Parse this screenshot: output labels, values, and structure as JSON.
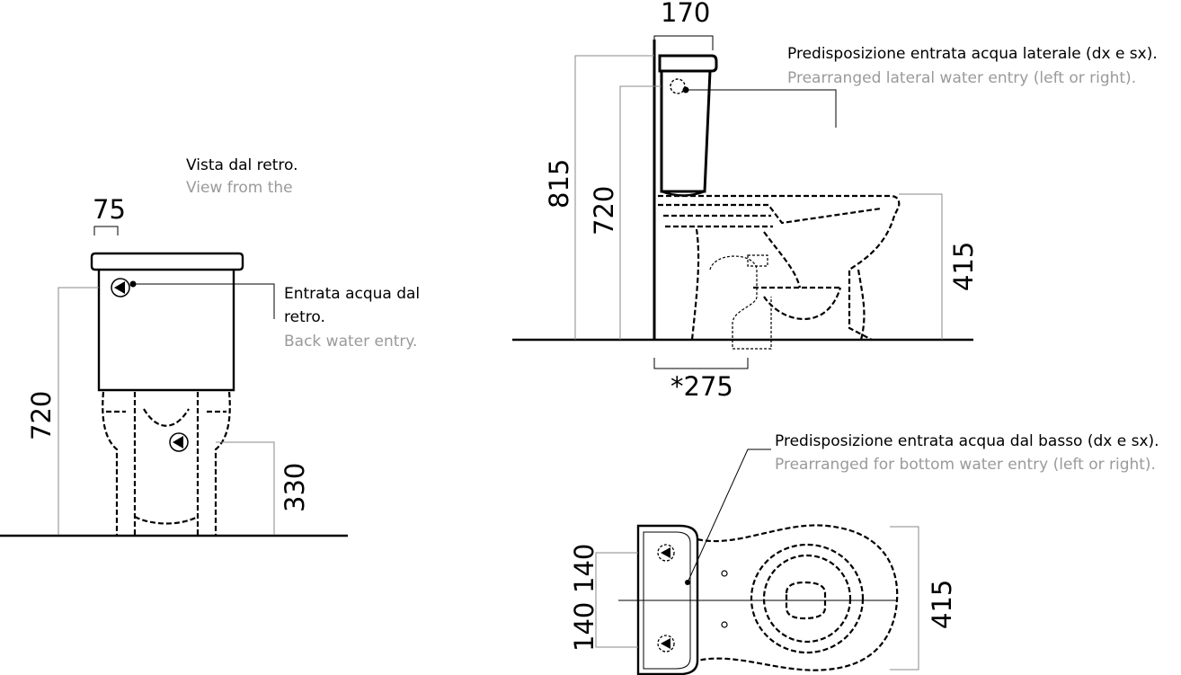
{
  "back_view": {
    "title_it": "Vista dal retro.",
    "title_en": "View from the",
    "dim_width": "75",
    "dim_height": "720",
    "dim_inlet_height": "330",
    "callout_it_line1": "Entrata acqua dal",
    "callout_it_line2": "retro.",
    "callout_en": "Back water entry."
  },
  "side_view": {
    "dim_tank_depth": "170",
    "dim_total_height": "815",
    "dim_tank_height": "720",
    "dim_seat_height": "415",
    "dim_outlet": "*275",
    "callout_it": "Predisposizione entrata acqua laterale (dx e sx).",
    "callout_en": "Prearranged lateral water entry (left or right)."
  },
  "top_view": {
    "callout_it": "Predisposizione entrata acqua dal basso (dx e sx).",
    "callout_en": "Prearranged for bottom water entry (left or right).",
    "dim_upper": "140",
    "dim_lower": "140",
    "dim_width": "415"
  }
}
